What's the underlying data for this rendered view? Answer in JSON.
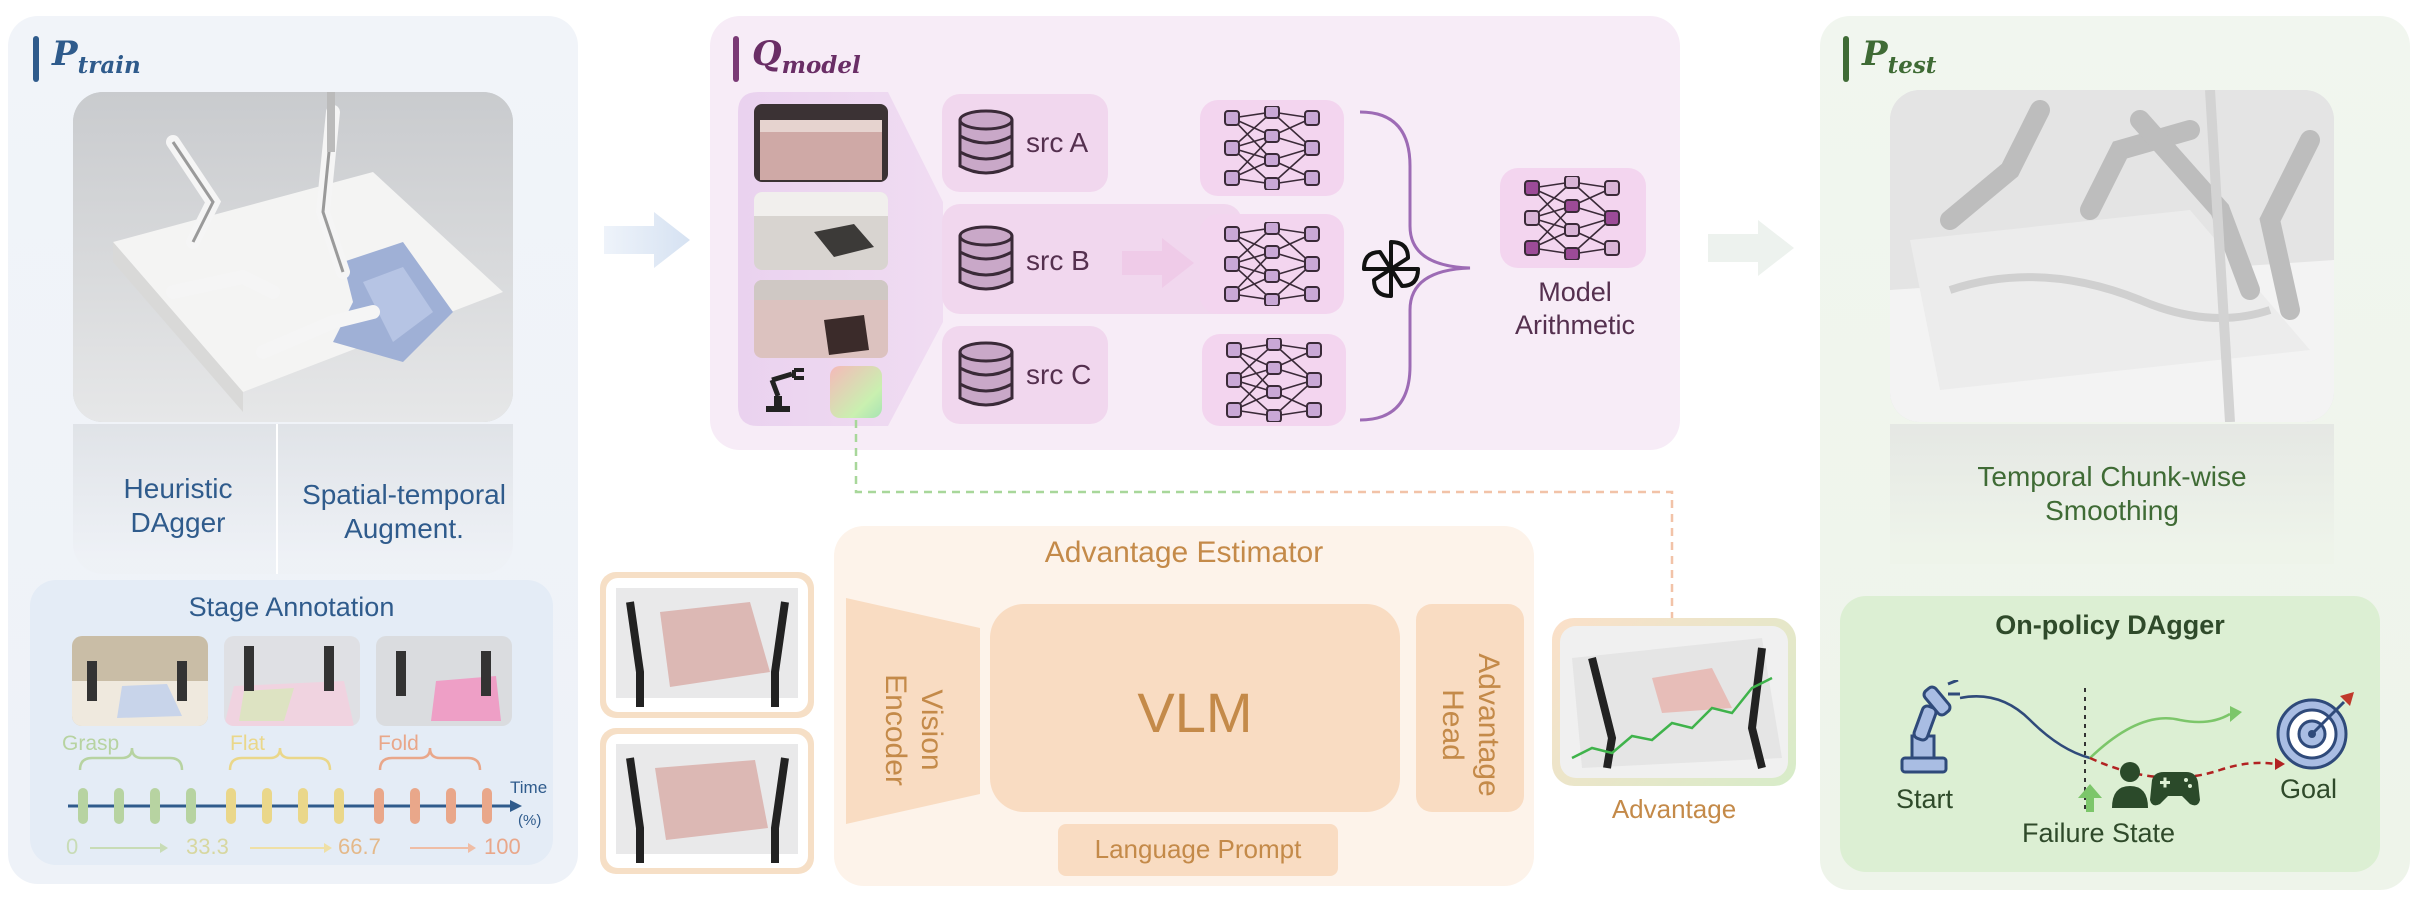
{
  "p_train": {
    "title_main": "P",
    "title_sub": "train",
    "label_heuristic": "Heuristic\nDAgger",
    "label_augment": "Spatial-temporal\nAugment.",
    "stage": {
      "title": "Stage Annotation",
      "phases": [
        "Grasp",
        "Flat",
        "Fold"
      ],
      "axis_label": "Time",
      "axis_unit": "(%)",
      "ticks": [
        "0",
        "33.3",
        "66.7",
        "100"
      ]
    }
  },
  "q_model": {
    "title_main": "Q",
    "title_sub": "model",
    "sources": [
      "src A",
      "src B",
      "src C"
    ],
    "merge_label": "Model\nArithmetic"
  },
  "advantage_estimator": {
    "title": "Advantage Estimator",
    "vision_encoder": "Vision\nEncoder",
    "vlm": "VLM",
    "advantage_head": "Advantage\nHead",
    "language_prompt": "Language Prompt",
    "output_label": "Advantage"
  },
  "p_test": {
    "title_main": "P",
    "title_sub": "test",
    "smoothing_label": "Temporal Chunk-wise\nSmoothing",
    "dagger": {
      "title": "On-policy DAgger",
      "start": "Start",
      "goal": "Goal",
      "failure": "Failure State"
    }
  },
  "colors": {
    "train_accent": "#2f5b8c",
    "model_accent": "#7a3a75",
    "test_accent": "#3f6b35",
    "estimator_text": "#c48a49",
    "grasp": "#b7d3a1",
    "flat": "#ead78a",
    "fold": "#e9a78a"
  }
}
